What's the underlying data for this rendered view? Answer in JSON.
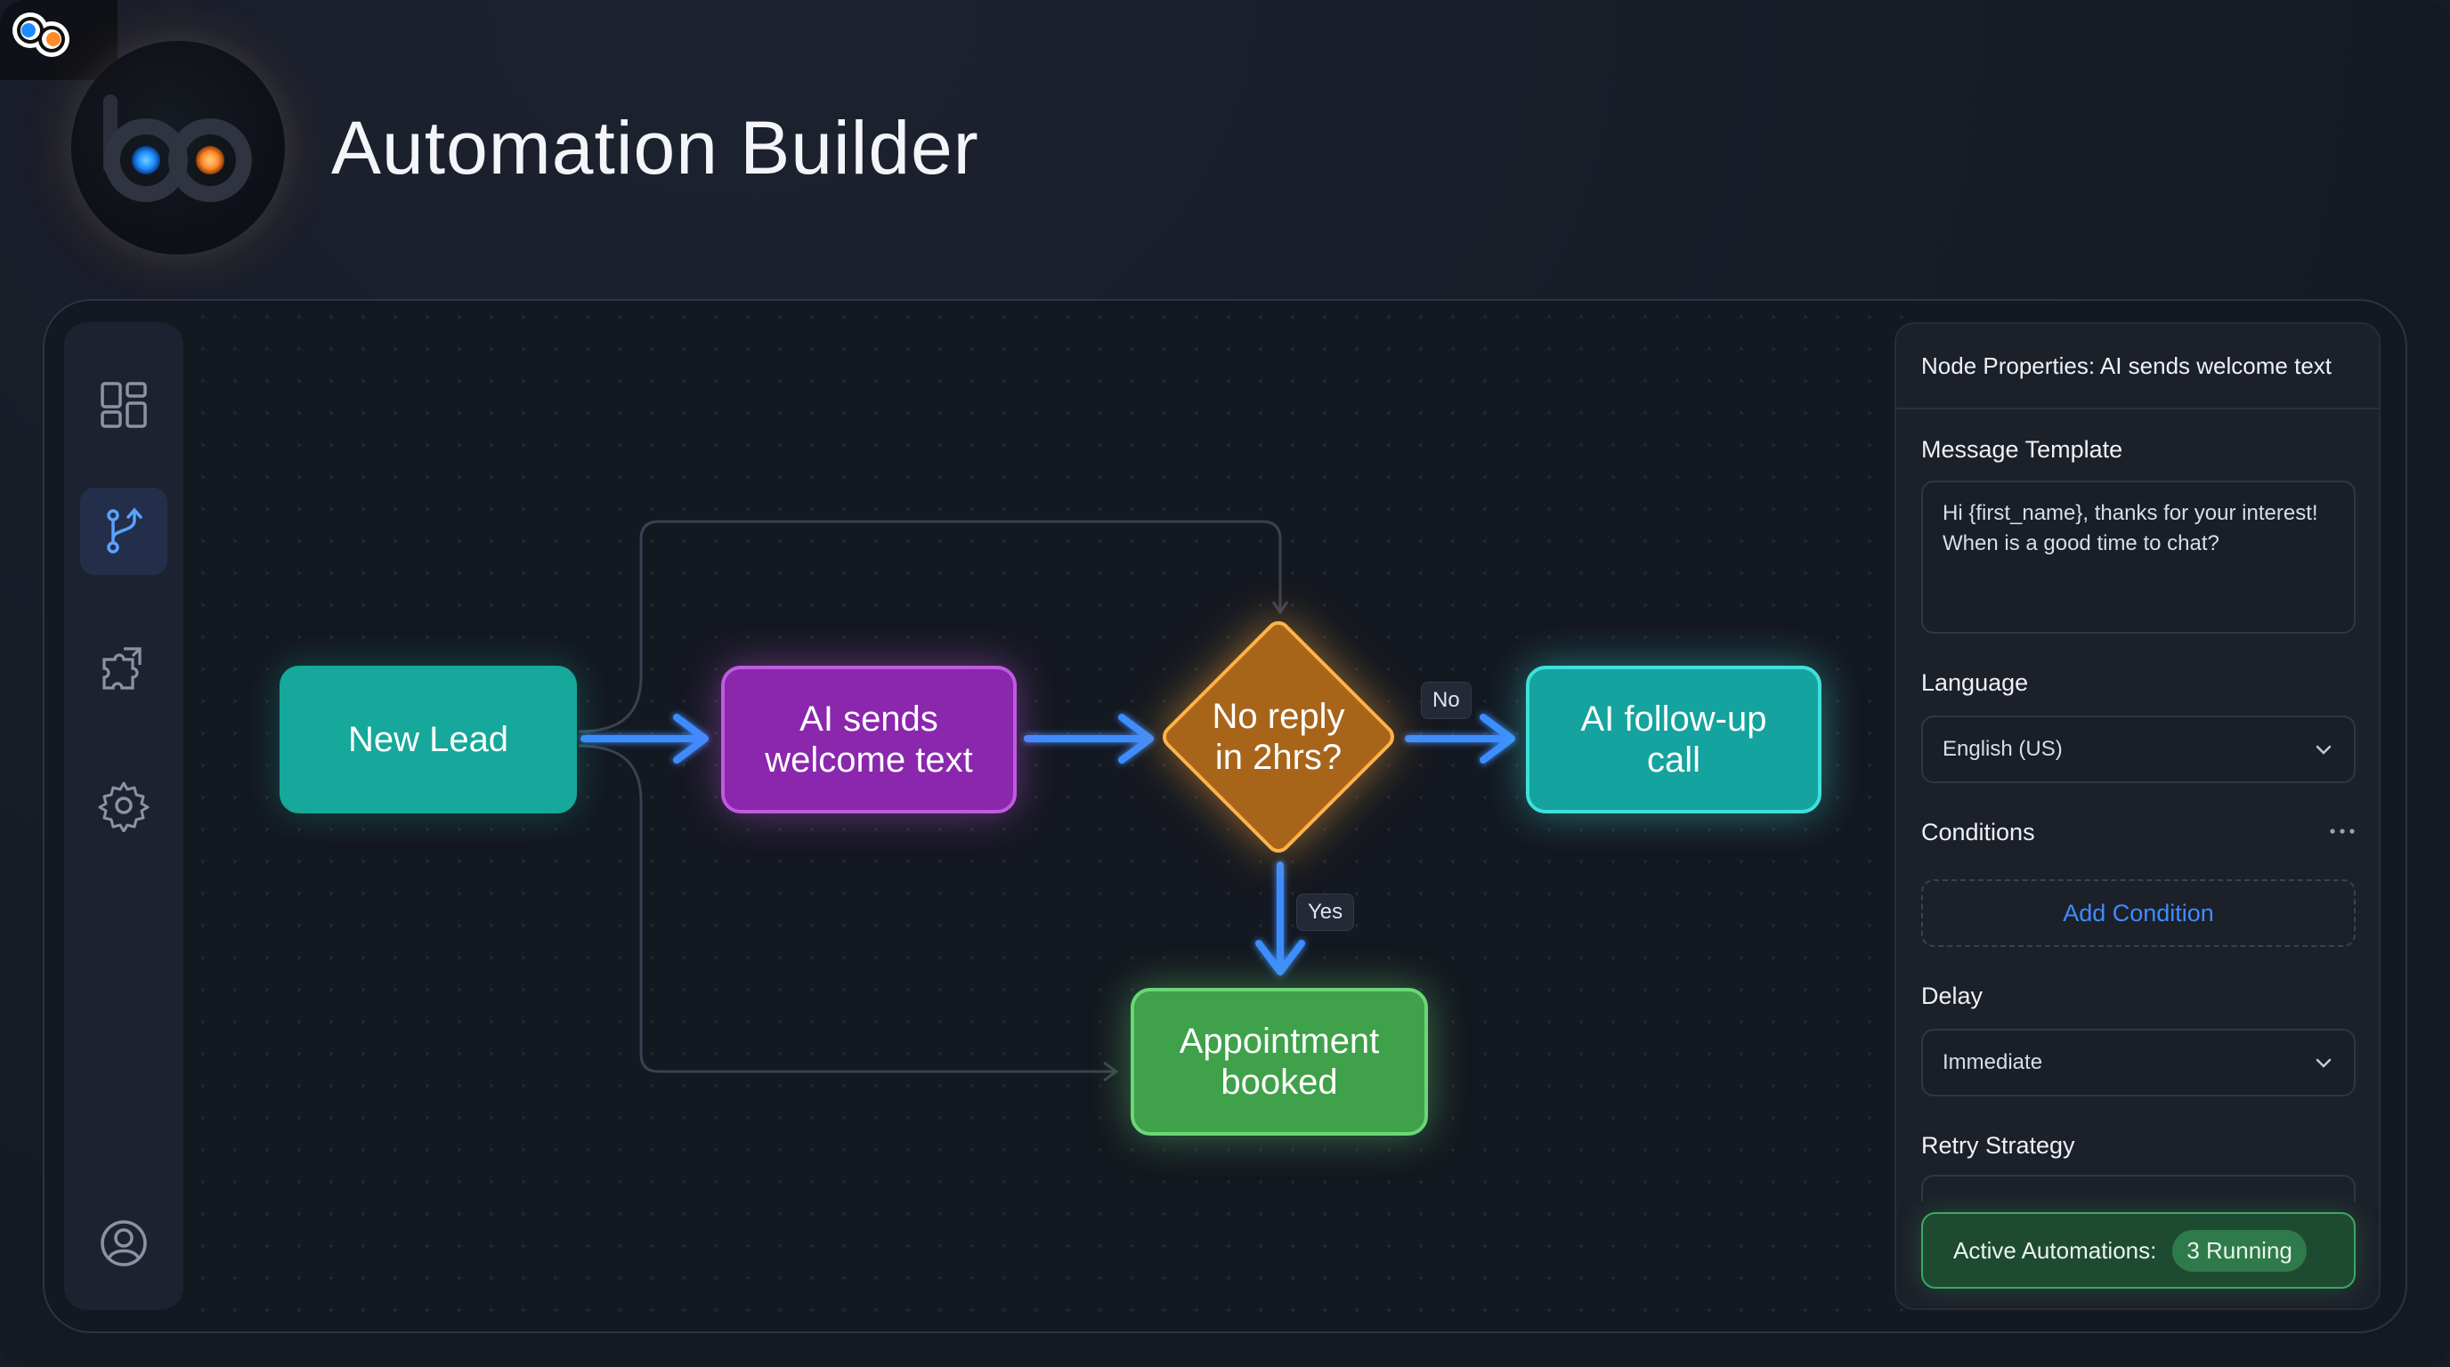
{
  "header": {
    "title": "Automation Builder"
  },
  "sidebar": {
    "items": [
      {
        "icon": "dashboard-icon"
      },
      {
        "icon": "branch-icon",
        "active": true
      },
      {
        "icon": "puzzle-icon"
      },
      {
        "icon": "gear-icon"
      }
    ],
    "bottom_icon": "user-icon"
  },
  "flow": {
    "nodes": {
      "start": "New Lead",
      "send": "AI sends\nwelcome text",
      "decision": "No reply\nin 2hrs?",
      "followup": "AI follow-up\ncall",
      "booked": "Appointment\nbooked"
    },
    "labels": {
      "no": "No",
      "yes": "Yes"
    },
    "colors": {
      "start": "#16a89a",
      "send": "#8a27ad",
      "decision": "#a8651a",
      "followup": "#14a39e",
      "booked": "#3fa14a",
      "arrow": "#3d8dff"
    }
  },
  "properties": {
    "title": "Node Properties: AI sends welcome text",
    "message_template_label": "Message Template",
    "message_template_value": "Hi {first_name}, thanks for your interest! When is a good time to chat?",
    "language_label": "Language",
    "language_value": "English (US)",
    "conditions_label": "Conditions",
    "add_condition": "Add Condition",
    "delay_label": "Delay",
    "delay_value": "Immediate",
    "retry_label": "Retry Strategy",
    "active_label": "Active Automations:",
    "active_badge": "3 Running"
  }
}
